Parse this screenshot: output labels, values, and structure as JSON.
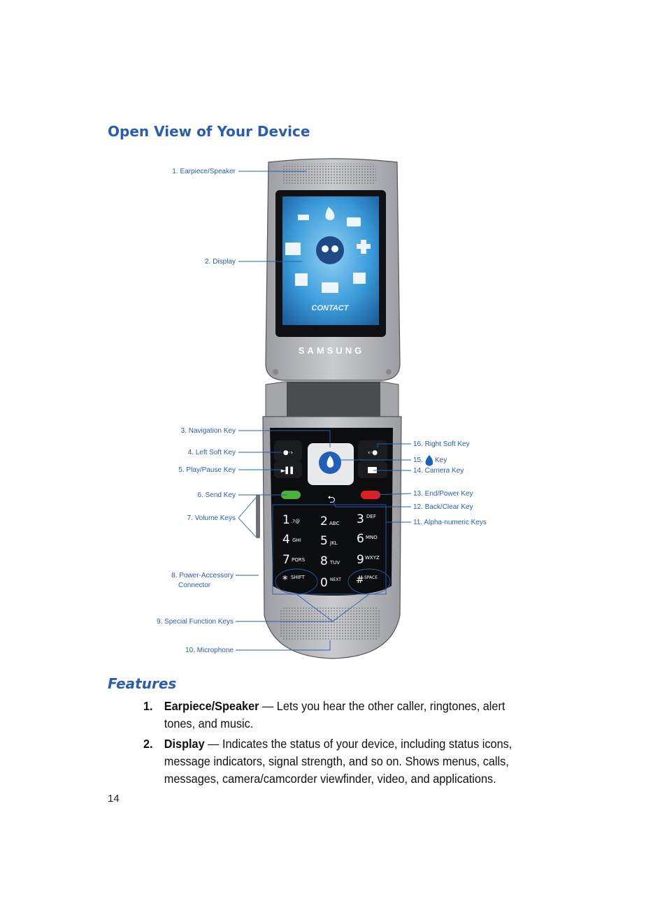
{
  "heading": "Open View of Your Device",
  "diagram": {
    "brand": "SAMSUNG",
    "screen_label": "CONTACT",
    "callouts": [
      {
        "id": "earpiece",
        "text": "1. Earpiece/Speaker"
      },
      {
        "id": "display",
        "text": "2. Display"
      },
      {
        "id": "navigation",
        "text": "3. Navigation Key"
      },
      {
        "id": "left_soft",
        "text": "4. Left Soft Key"
      },
      {
        "id": "play_pause",
        "text": "5. Play/Pause Key"
      },
      {
        "id": "send",
        "text": "6. Send Key"
      },
      {
        "id": "volume",
        "text": "7. Volume Keys"
      },
      {
        "id": "power_accessory_1",
        "text": "8.  Power-Accessory"
      },
      {
        "id": "power_accessory_2",
        "text": "Connector"
      },
      {
        "id": "special_function",
        "text": "9.  Special Function Keys"
      },
      {
        "id": "microphone",
        "text": "10. Microphone"
      },
      {
        "id": "right_soft",
        "text": "16.  Right Soft Key"
      },
      {
        "id": "flame_key_num",
        "text": "15."
      },
      {
        "id": "flame_key_word",
        "text": "Key"
      },
      {
        "id": "camera",
        "text": "14.  Camera Key"
      },
      {
        "id": "end_power",
        "text": "13.  End/Power Key"
      },
      {
        "id": "back_clear",
        "text": "12. Back/Clear Key"
      },
      {
        "id": "alphanumeric",
        "text": "11. Alpha-numeric Keys"
      }
    ],
    "keypad": [
      {
        "digit": "1",
        "letters": ".?@"
      },
      {
        "digit": "2",
        "letters": "ABC"
      },
      {
        "digit": "3",
        "letters": "DEF"
      },
      {
        "digit": "4",
        "letters": "GHI"
      },
      {
        "digit": "5",
        "letters": "JKL"
      },
      {
        "digit": "6",
        "letters": "MNO"
      },
      {
        "digit": "7",
        "letters": "PQRS"
      },
      {
        "digit": "8",
        "letters": "TUV"
      },
      {
        "digit": "9",
        "letters": "WXYZ"
      },
      {
        "digit": "*",
        "letters": "SHIFT"
      },
      {
        "digit": "0",
        "letters": "NEXT"
      },
      {
        "digit": "#",
        "letters": "SPACE"
      }
    ]
  },
  "features": {
    "title": "Features",
    "items": [
      {
        "number": "1.",
        "term": "Earpiece/Speaker",
        "description": " — Lets you hear the other caller, ringtones, alert tones, and music."
      },
      {
        "number": "2.",
        "term": "Display",
        "description": " — Indicates the status of your device, including status icons, message indicators, signal strength, and so on. Shows menus, calls, messages, camera/camcorder viewfinder, video, and applications."
      }
    ]
  },
  "page_number": "14",
  "colors": {
    "heading": "#2a5db0",
    "callout": "#2a5db0",
    "send_key": "#4caf3a",
    "end_key": "#e02020",
    "screen": "#3a9ad9"
  }
}
